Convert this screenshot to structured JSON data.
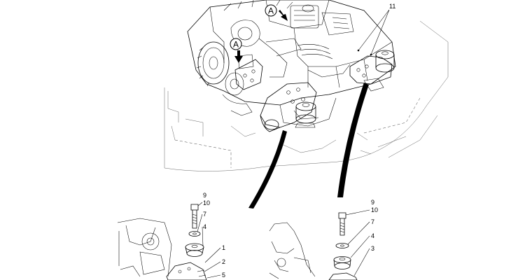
{
  "callouts": {
    "view_a_upper": "A",
    "view_a_lower": "A"
  },
  "top_labels": {
    "part_11": "11"
  },
  "left_detail": {
    "labels": [
      "9",
      "10",
      "7",
      "4",
      "1",
      "2",
      "5"
    ]
  },
  "right_detail": {
    "labels": [
      "9",
      "10",
      "7",
      "4",
      "3"
    ]
  }
}
